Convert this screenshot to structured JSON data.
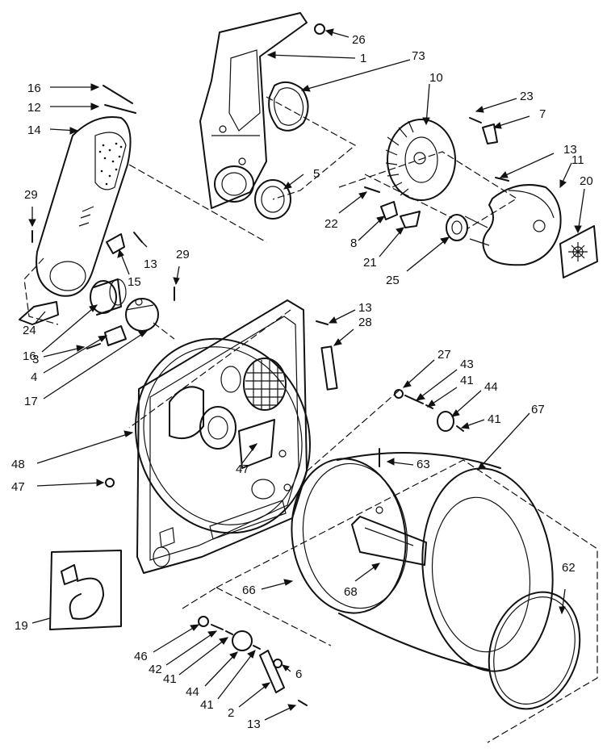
{
  "diagram": {
    "colors": {
      "ink": "#111111",
      "paper": "#ffffff"
    },
    "callouts": [
      {
        "id": "c26",
        "text": "26"
      },
      {
        "id": "c1",
        "text": "1"
      },
      {
        "id": "c73",
        "text": "73"
      },
      {
        "id": "c10",
        "text": "10"
      },
      {
        "id": "c23",
        "text": "23"
      },
      {
        "id": "c7",
        "text": "7"
      },
      {
        "id": "c13a",
        "text": "13"
      },
      {
        "id": "c11",
        "text": "11"
      },
      {
        "id": "c20",
        "text": "20"
      },
      {
        "id": "c16a",
        "text": "16"
      },
      {
        "id": "c12",
        "text": "12"
      },
      {
        "id": "c14",
        "text": "14"
      },
      {
        "id": "c5",
        "text": "5"
      },
      {
        "id": "c22",
        "text": "22"
      },
      {
        "id": "c8",
        "text": "8"
      },
      {
        "id": "c21",
        "text": "21"
      },
      {
        "id": "c25",
        "text": "25"
      },
      {
        "id": "c29a",
        "text": "29"
      },
      {
        "id": "c13b",
        "text": "13"
      },
      {
        "id": "c15",
        "text": "15"
      },
      {
        "id": "c29b",
        "text": "29"
      },
      {
        "id": "c24",
        "text": "24"
      },
      {
        "id": "c3",
        "text": "3"
      },
      {
        "id": "c16b",
        "text": "16"
      },
      {
        "id": "c4",
        "text": "4"
      },
      {
        "id": "c17",
        "text": "17"
      },
      {
        "id": "c13c",
        "text": "13"
      },
      {
        "id": "c28",
        "text": "28"
      },
      {
        "id": "c27",
        "text": "27"
      },
      {
        "id": "c43",
        "text": "43"
      },
      {
        "id": "c41a",
        "text": "41"
      },
      {
        "id": "c44a",
        "text": "44"
      },
      {
        "id": "c41b",
        "text": "41"
      },
      {
        "id": "c67",
        "text": "67"
      },
      {
        "id": "c48",
        "text": "48"
      },
      {
        "id": "c47a",
        "text": "47"
      },
      {
        "id": "c47b",
        "text": "47"
      },
      {
        "id": "c63",
        "text": "63"
      },
      {
        "id": "c66",
        "text": "66"
      },
      {
        "id": "c68",
        "text": "68"
      },
      {
        "id": "c62",
        "text": "62"
      },
      {
        "id": "c19",
        "text": "19"
      },
      {
        "id": "c46",
        "text": "46"
      },
      {
        "id": "c42",
        "text": "42"
      },
      {
        "id": "c41c",
        "text": "41"
      },
      {
        "id": "c44b",
        "text": "44"
      },
      {
        "id": "c41d",
        "text": "41"
      },
      {
        "id": "c6",
        "text": "6"
      },
      {
        "id": "c2",
        "text": "2"
      },
      {
        "id": "c13d",
        "text": "13"
      }
    ]
  }
}
